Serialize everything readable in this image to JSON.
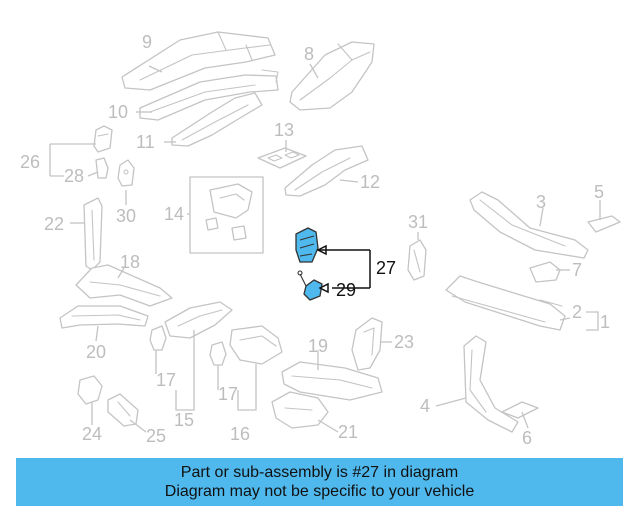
{
  "colors": {
    "highlight": "#4fb8ec",
    "banner_bg": "#4fb8ec",
    "line_gray": "#c4c4c4",
    "label_gray": "#bdbdbd",
    "text_dark": "#111111"
  },
  "callouts": {
    "c1": "1",
    "c2": "2",
    "c3": "3",
    "c4": "4",
    "c5": "5",
    "c6": "6",
    "c7": "7",
    "c8": "8",
    "c9": "9",
    "c10": "10",
    "c11": "11",
    "c12": "12",
    "c13": "13",
    "c14": "14",
    "c15": "15",
    "c16": "16",
    "c17a": "17",
    "c17b": "17",
    "c18": "18",
    "c19": "19",
    "c20": "20",
    "c21": "21",
    "c22": "22",
    "c23": "23",
    "c24": "24",
    "c25": "25",
    "c26": "26",
    "c27": "27",
    "c28": "28",
    "c29": "29",
    "c30": "30",
    "c31": "31"
  },
  "banner": {
    "line1": "Part or sub-assembly is #27 in diagram",
    "line2": "Diagram may not be specific to your vehicle"
  }
}
